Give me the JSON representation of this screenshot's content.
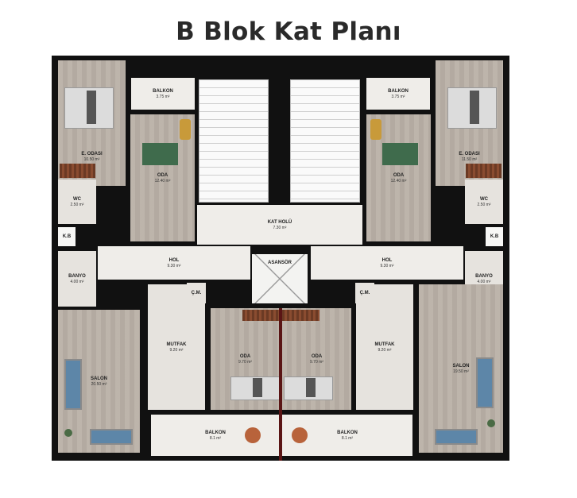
{
  "title": "B Blok Kat Planı",
  "plan": {
    "left_unit": {
      "bedroom_master": {
        "label": "E. ODASI",
        "area": "10.50 m²"
      },
      "balcony_top": {
        "label": "BALKON",
        "area": "3.75 m²"
      },
      "room": {
        "label": "ODA",
        "area": "12.40 m²"
      },
      "wc": {
        "label": "WC",
        "area": "2.50 m²"
      },
      "storage": {
        "label": "K.B"
      },
      "hall": {
        "label": "HOL",
        "area": "9.30 m²"
      },
      "bathroom": {
        "label": "BANYO",
        "area": "4.00 m²"
      },
      "living": {
        "label": "SALON",
        "area": "20.50 m²"
      },
      "kitchen": {
        "label": "MUTFAK",
        "area": "9.20 m²"
      },
      "utility": {
        "label": "Ç.M."
      },
      "room2": {
        "label": "ODA",
        "area": "9.70 m²"
      },
      "balcony_bottom": {
        "label": "BALKON",
        "area": "8.1 m²"
      }
    },
    "right_unit": {
      "bedroom_master": {
        "label": "E. ODASI",
        "area": "11.50 m²"
      },
      "balcony_top": {
        "label": "BALKON",
        "area": "3.75 m²"
      },
      "room": {
        "label": "ODA",
        "area": "12.40 m²"
      },
      "wc": {
        "label": "WC",
        "area": "2.50 m²"
      },
      "storage": {
        "label": "K.B"
      },
      "hall": {
        "label": "HOL",
        "area": "9.30 m²"
      },
      "bathroom": {
        "label": "BANYO",
        "area": "4.00 m²"
      },
      "living": {
        "label": "SALON",
        "area": "19.50 m²"
      },
      "kitchen": {
        "label": "MUTFAK",
        "area": "9.20 m²"
      },
      "utility": {
        "label": "Ç.M."
      },
      "room2": {
        "label": "ODA",
        "area": "9.70 m²"
      },
      "balcony_bottom": {
        "label": "BALKON",
        "area": "8.1 m²"
      }
    },
    "core": {
      "floor_hall": {
        "label": "KAT HOLÜ",
        "area": "7.30 m²"
      },
      "elevator": {
        "label": "ASANSÖR"
      }
    }
  }
}
